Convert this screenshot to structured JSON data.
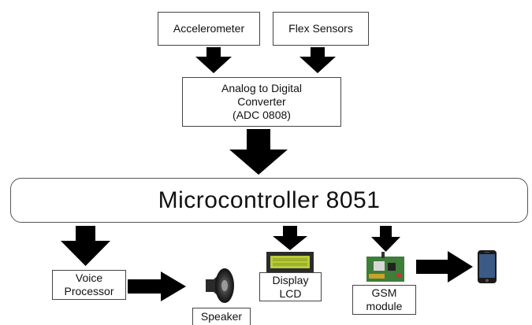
{
  "blocks": {
    "accelerometer": "Accelerometer",
    "flex_sensors": "Flex Sensors",
    "adc": [
      "Analog to Digital",
      "Converter",
      "(ADC 0808)"
    ],
    "microcontroller": "Microcontroller 8051",
    "voice_processor": [
      "Voice",
      "Processor"
    ],
    "display_lcd": [
      "Display",
      "LCD"
    ],
    "gsm_module": [
      "GSM",
      "module"
    ],
    "speaker": "Speaker"
  },
  "colors": {
    "arrow": "#000000",
    "border": "#444444"
  }
}
